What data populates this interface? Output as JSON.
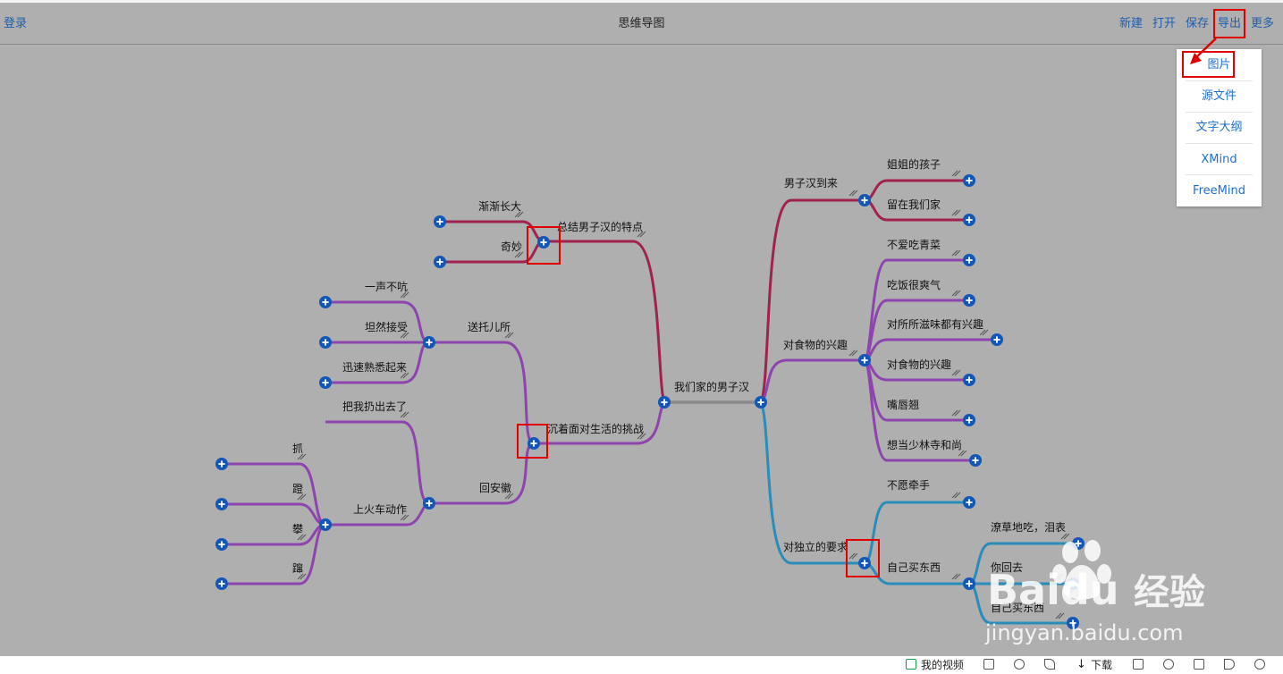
{
  "topbar": {
    "login": "登录",
    "title": "思维导图",
    "new": "新建",
    "open": "打开",
    "save": "保存",
    "export": "导出",
    "more": "更多"
  },
  "export_menu": {
    "items": [
      "图片",
      "源文件",
      "文字大纲",
      "XMind",
      "FreeMind"
    ]
  },
  "mindmap": {
    "root": "我们家的男子汉",
    "nodes": {
      "summary": "总结男子汉的特点",
      "grow": "渐渐长大",
      "amazing": "奇妙",
      "challenge": "沉着面对生活的挑战",
      "daycare": "送托儿所",
      "silent": "一声不吭",
      "accept": "坦然接受",
      "familiar": "迅速熟悉起来",
      "back": "回安徽",
      "thrown": "把我扔出去了",
      "train": "上火车动作",
      "grab": "抓",
      "pedal": "蹬",
      "climb": "攀",
      "twist": "蹿",
      "arrive": "男子汉到来",
      "sister": "姐姐的孩子",
      "stay": "留在我们家",
      "food": "对食物的兴趣",
      "veg": "不爱吃青菜",
      "hearty": "吃饭很爽气",
      "all_taste": "对所所滋味都有兴趣",
      "food_interest": "对食物的兴趣",
      "lips": "嘴唇翘",
      "shaolin": "想当少林寺和尚",
      "indep": "对独立的要求",
      "no_hand": "不愿牵手",
      "buy": "自己买东西",
      "scribble": "潦草地吃，泪表",
      "you_go": "你回去",
      "self_buy": "自己买东西"
    }
  },
  "bottombar": {
    "my_video": "我的视频",
    "download": "下载"
  },
  "watermark": {
    "brand": "Baidu",
    "cn": "经验",
    "url": "jingyan.baidu.com"
  },
  "colors": {
    "crimson": "#a0234f",
    "purple": "#8e44ad",
    "teal": "#2a8cb8",
    "root_link": "#8a8a8a",
    "node_blue": "#1456b8",
    "highlight_red": "#e00000"
  }
}
